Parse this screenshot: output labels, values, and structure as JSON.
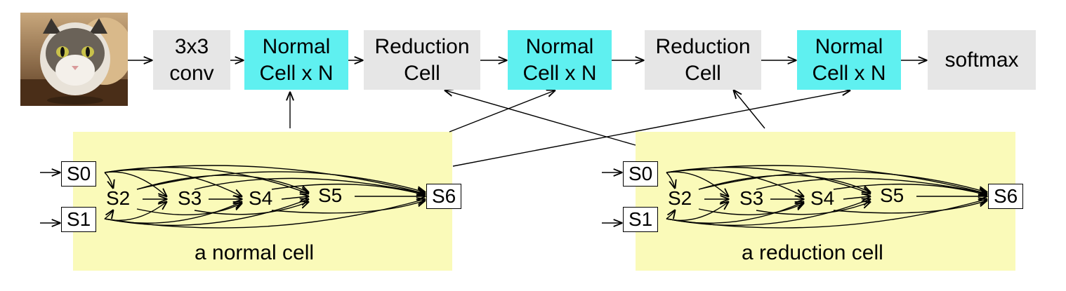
{
  "colors": {
    "normal_cell": "#5ff0f0",
    "reduction_cell": "#e6e6e6",
    "cell_background": "#fafab9"
  },
  "input_image": {
    "icon": "cat-photo"
  },
  "pipeline": [
    {
      "line1": "3x3",
      "line2": "conv",
      "kind": "gray"
    },
    {
      "line1": "Normal",
      "line2": "Cell x N",
      "kind": "cyan"
    },
    {
      "line1": "Reduction",
      "line2": "Cell",
      "kind": "gray"
    },
    {
      "line1": "Normal",
      "line2": "Cell x N",
      "kind": "cyan"
    },
    {
      "line1": "Reduction",
      "line2": "Cell",
      "kind": "gray"
    },
    {
      "line1": "Normal",
      "line2": "Cell x N",
      "kind": "cyan"
    },
    {
      "line1": "softmax",
      "line2": "",
      "kind": "gray"
    }
  ],
  "normal_cell": {
    "caption": "a normal cell",
    "nodes": [
      "S0",
      "S1",
      "S2",
      "S3",
      "S4",
      "S5",
      "S6"
    ]
  },
  "reduction_cell": {
    "caption": "a reduction cell",
    "nodes": [
      "S0",
      "S1",
      "S2",
      "S3",
      "S4",
      "S5",
      "S6"
    ]
  }
}
